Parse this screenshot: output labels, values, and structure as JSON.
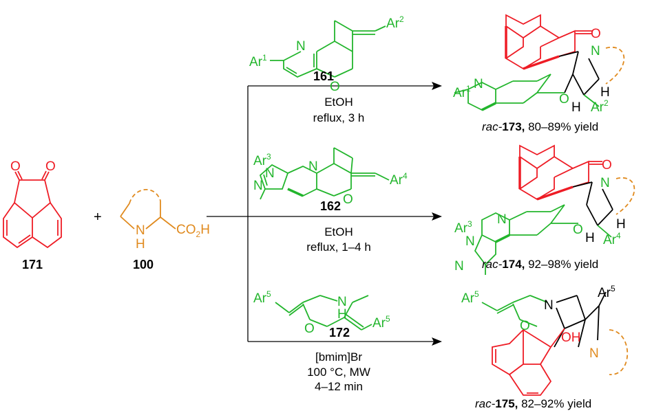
{
  "colors": {
    "red": "#ee1c25",
    "green": "#22b52c",
    "orange": "#e08a1e",
    "black": "#000000"
  },
  "reactants": {
    "acenaphthoquinone": {
      "number": "171",
      "atoms": {
        "o1": "O",
        "o2": "O"
      }
    },
    "plus": "+",
    "amino_acid": {
      "number": "100",
      "atoms": {
        "n": "N",
        "h": "H",
        "acid": "CO",
        "acid_sub": "2",
        "acid_h": "H"
      }
    }
  },
  "routes": [
    {
      "dipolarophile": {
        "number": "161",
        "atoms": {
          "n": "N",
          "o": "O",
          "ar_a": "Ar",
          "ar_a_sup": "1",
          "ar_b": "Ar",
          "ar_b_sup": "2"
        }
      },
      "conditions": [
        "EtOH",
        "reflux, 3 h"
      ],
      "product": {
        "atoms": {
          "o_top": "O",
          "n": "N",
          "n_py": "N",
          "ar_a": "Ar",
          "ar_a_sup": "1",
          "ar_b": "Ar",
          "ar_b_sup": "2",
          "o_low": "O",
          "h1": "H",
          "h2": "H"
        },
        "prefix": "rac-",
        "number": "173,",
        "yield": " 80–89% yield"
      }
    },
    {
      "dipolarophile": {
        "number": "162",
        "atoms": {
          "ar3": "Ar",
          "ar3_sup": "3",
          "n1": "N",
          "n2": "N",
          "n3": "N",
          "o": "O",
          "ar4": "Ar",
          "ar4_sup": "4"
        }
      },
      "conditions": [
        "EtOH",
        "reflux, 1–4 h"
      ],
      "product": {
        "atoms": {
          "o_top": "O",
          "n": "N",
          "n_py": "N",
          "ar3": "Ar",
          "ar3_sup": "3",
          "n_pz1": "N",
          "n_pz2": "N",
          "ar4": "Ar",
          "ar4_sup": "4",
          "o_low": "O",
          "h1": "H",
          "h2": "H"
        },
        "prefix": "rac-",
        "number": "174,",
        "yield": " 92–98% yield"
      }
    },
    {
      "dipolarophile": {
        "number": "172",
        "atoms": {
          "ar_a": "Ar",
          "ar_a_sup": "5",
          "n": "N",
          "h": "H",
          "o": "O",
          "ar_b": "Ar",
          "ar_b_sup": "5"
        }
      },
      "conditions": [
        "[bmim]Br",
        "100 °C, MW",
        "4–12 min"
      ],
      "product": {
        "atoms": {
          "ar_a": "Ar",
          "ar_a_sup": "5",
          "n_top": "N",
          "o": "O",
          "oh": "OH",
          "ar_b": "Ar",
          "ar_b_sup": "5",
          "n_low": "N"
        },
        "prefix": "rac-",
        "number": "175,",
        "yield": " 82–92% yield"
      }
    }
  ]
}
